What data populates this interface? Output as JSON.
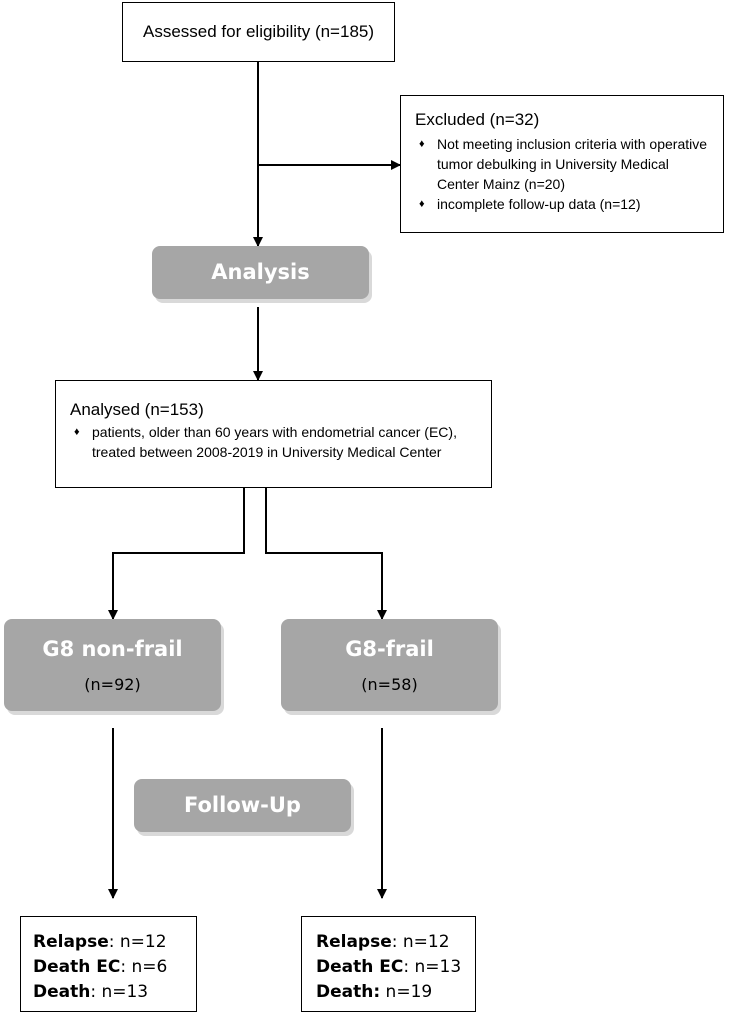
{
  "assessed": "Assessed for eligibility (n=185)",
  "excluded": {
    "title": "Excluded (n=32)",
    "items": [
      "Not meeting inclusion criteria with operative tumor debulking in University Medical Center Mainz (n=20)",
      "incomplete follow-up data (n=12)"
    ]
  },
  "analysis_label": "Analysis",
  "analysed": {
    "title": "Analysed (n=153)",
    "items": [
      "patients, older than 60 years with endometrial cancer (EC), treated between 2008-2019 in University Medical Center"
    ]
  },
  "groups": {
    "nonfrail": {
      "label": "G8 non-frail",
      "n": "(n=92)"
    },
    "frail": {
      "label": "G8-frail",
      "n": "(n=58)"
    }
  },
  "followup_label": "Follow-Up",
  "outcomes": {
    "nonfrail": {
      "relapse_label": "Relapse",
      "relapse_value": ": n=12",
      "deathec_label": "Death EC",
      "deathec_value": ": n=6",
      "death_label": "Death",
      "death_value": ": n=13"
    },
    "frail": {
      "relapse_label": "Relapse",
      "relapse_value": ": n=12",
      "deathec_label": "Death EC",
      "deathec_value": ": n=13",
      "death_label": "Death:",
      "death_value": " n=19"
    }
  }
}
